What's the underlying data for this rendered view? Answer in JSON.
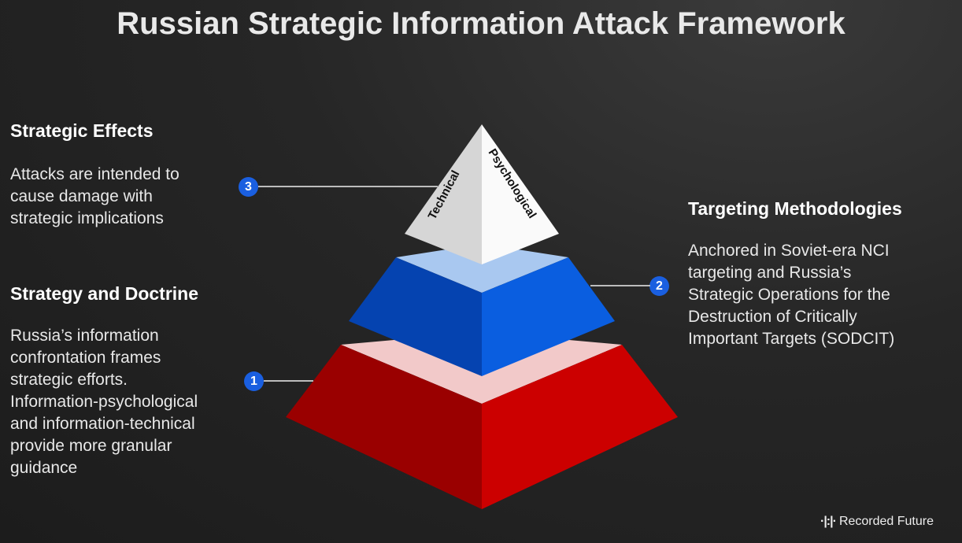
{
  "title": "Russian Strategic Information Attack Framework",
  "sections": {
    "strategic_effects": {
      "number": "3",
      "heading": "Strategic Effects",
      "lines": [
        "Attacks are intended to",
        "cause damage with",
        "strategic implications"
      ]
    },
    "targeting": {
      "number": "2",
      "heading": "Targeting Methodologies",
      "lines": [
        "Anchored in Soviet-era NCI",
        "targeting and Russia’s",
        "Strategic Operations for the",
        "Destruction of Critically",
        "Important Targets (SODCIT)"
      ]
    },
    "strategy": {
      "number": "1",
      "heading": "Strategy and Doctrine",
      "lines": [
        "Russia’s information",
        "confrontation frames",
        "strategic efforts.",
        "Information-psychological",
        "and information-technical",
        "provide more granular",
        "guidance"
      ]
    }
  },
  "pyramid": {
    "left_face": "Technical",
    "right_face": "Psychological"
  },
  "colors": {
    "red": "#cc0000",
    "red_dark": "#9a0000",
    "blue": "#0a5ee0",
    "blue_dark": "#0543b0",
    "accent": "#1a5fe0"
  },
  "logo": "Recorded Future"
}
